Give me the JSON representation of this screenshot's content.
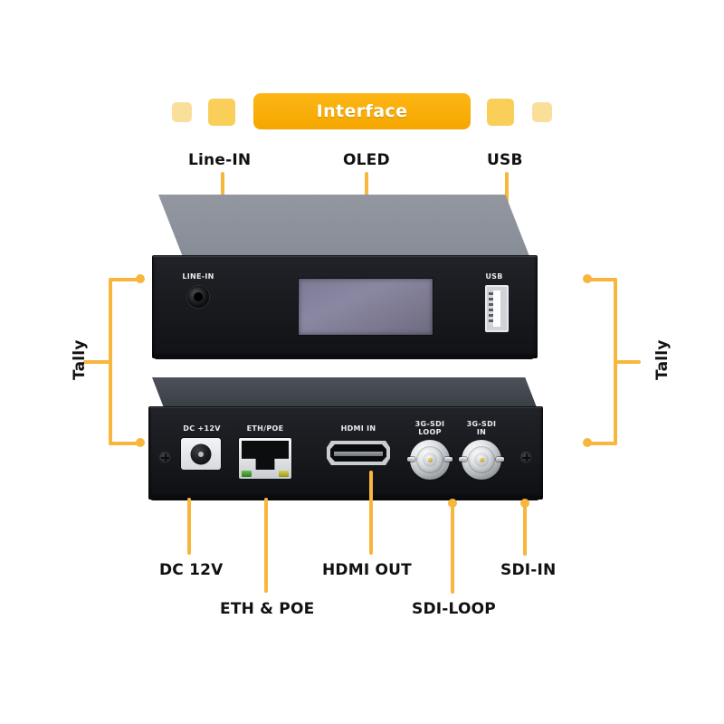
{
  "page": {
    "background": "#ffffff",
    "accent": "#f6a700",
    "leader_color": "#f8b63c"
  },
  "banner": {
    "title": "Interface",
    "bar_color": "#f6a700",
    "square_colors": [
      "#fadf9b",
      "#f9ce59",
      "#f9ce59",
      "#fadf9b"
    ]
  },
  "callouts": {
    "top": [
      {
        "label": "Line-IN"
      },
      {
        "label": "OLED"
      },
      {
        "label": "USB"
      }
    ],
    "left": {
      "label": "Tally"
    },
    "right": {
      "label": "Tally"
    },
    "bottom": [
      {
        "label": "DC 12V"
      },
      {
        "label": "ETH & POE"
      },
      {
        "label": "HDMI OUT"
      },
      {
        "label": "SDI-LOOP"
      },
      {
        "label": "SDI-IN"
      }
    ]
  },
  "device": {
    "front_panel": {
      "silkscreen": [
        {
          "text": "LINE-IN",
          "port": "audio-jack-35mm"
        },
        {
          "text": "USB",
          "port": "usb-a-port"
        }
      ],
      "display": "oled-display"
    },
    "rear_panel": {
      "silkscreen": [
        {
          "text": "DC +12V",
          "port": "dc-power-jack"
        },
        {
          "text": "ETH/POE",
          "port": "rj45-ethernet-port"
        },
        {
          "text": "HDMI IN",
          "port": "hdmi-port"
        },
        {
          "line1": "3G-SDI",
          "line2": "LOOP",
          "port": "bnc-sdi-loop"
        },
        {
          "line1": "3G-SDI",
          "line2": "IN",
          "port": "bnc-sdi-in"
        }
      ]
    }
  }
}
